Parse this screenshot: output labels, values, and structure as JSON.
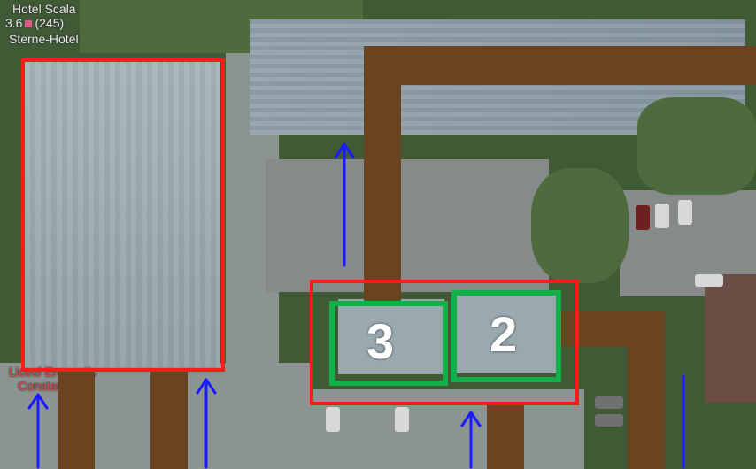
{
  "map": {
    "labels": {
      "hotel_name_partial": "Hotel Scala",
      "hotel_rating_prefix": "3.6",
      "hotel_reviews": "(245)",
      "hotel_line": "Sterne-Hotel",
      "school_line1": "Liceul Energetic",
      "school_line2": "Constanța"
    },
    "annotations": {
      "zone_3_label": "3",
      "zone_2_label": "2"
    },
    "colors": {
      "boundary_red": "#ff1a1a",
      "zone_green": "#12b04a",
      "wall_brown": "#6a4320",
      "arrow_blue": "#1a1aff"
    },
    "icons": [
      "map-pin-icon",
      "arrow-up-icon"
    ]
  }
}
